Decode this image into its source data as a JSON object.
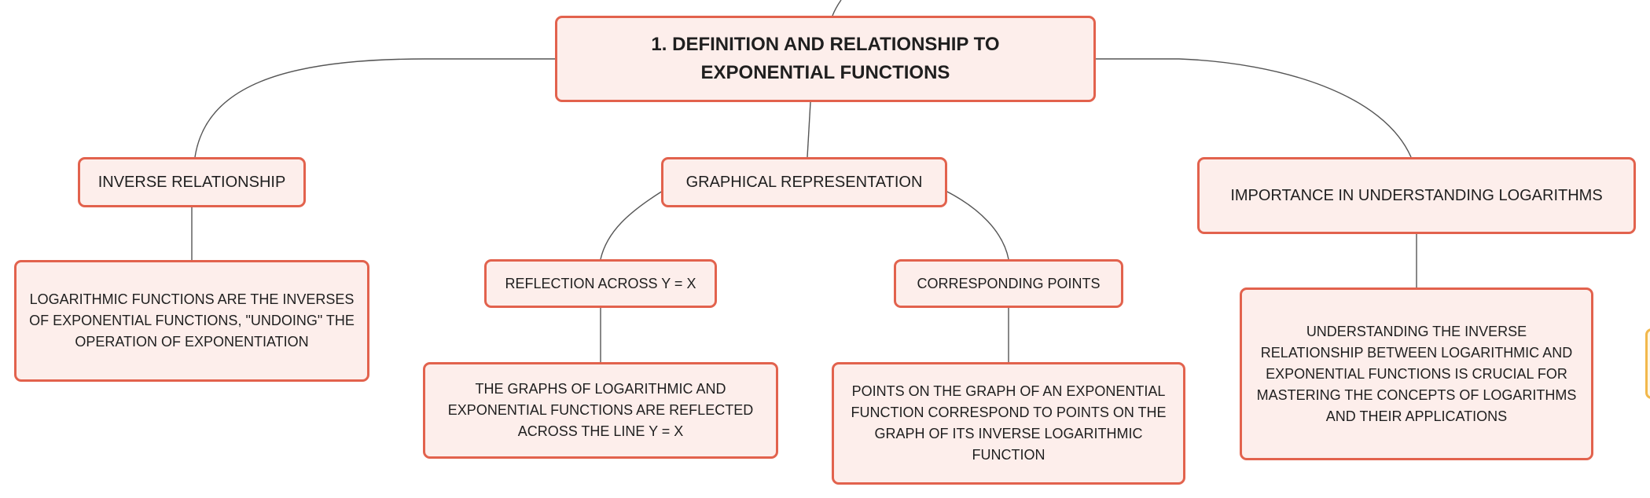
{
  "diagram": {
    "root": {
      "text": "1. DEFINITION AND RELATIONSHIP TO EXPONENTIAL FUNCTIONS"
    },
    "branches": [
      {
        "label": "INVERSE RELATIONSHIP",
        "detail": "LOGARITHMIC FUNCTIONS ARE THE INVERSES OF EXPONENTIAL FUNCTIONS, \"UNDOING\" THE OPERATION OF EXPONENTIATION"
      },
      {
        "label": "GRAPHICAL REPRESENTATION",
        "children": [
          {
            "label": "REFLECTION ACROSS Y = X",
            "detail": "THE GRAPHS OF LOGARITHMIC AND EXPONENTIAL FUNCTIONS ARE REFLECTED ACROSS THE LINE Y = X"
          },
          {
            "label": "CORRESPONDING POINTS",
            "detail": "POINTS ON THE GRAPH OF AN EXPONENTIAL FUNCTION CORRESPOND TO POINTS ON THE GRAPH OF ITS INVERSE LOGARITHMIC FUNCTION"
          }
        ]
      },
      {
        "label": "IMPORTANCE IN UNDERSTANDING LOGARITHMS",
        "detail": "UNDERSTANDING THE INVERSE RELATIONSHIP BETWEEN LOGARITHMIC AND EXPONENTIAL FUNCTIONS IS CRUCIAL FOR MASTERING THE CONCEPTS OF LOGARITHMS AND THEIR APPLICATIONS"
      }
    ]
  },
  "colors": {
    "node_fill": "#fdeeeb",
    "node_border": "#e2624d",
    "connector": "#555555",
    "offscreen_tab": "#f2b84b"
  }
}
